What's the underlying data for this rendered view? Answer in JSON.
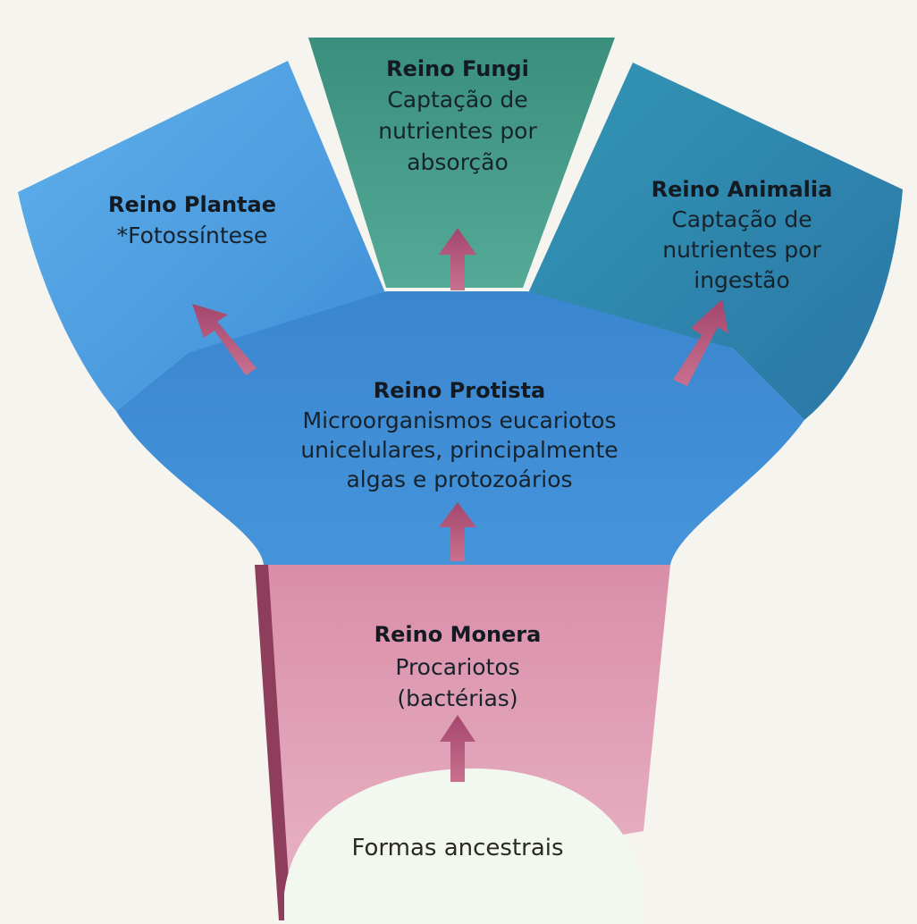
{
  "diagram": {
    "plantae": {
      "title": "Reino Plantae",
      "lines": [
        "*Fotossíntese"
      ]
    },
    "fungi": {
      "title": "Reino Fungi",
      "lines": [
        "Captação de",
        "nutrientes por",
        "absorção"
      ]
    },
    "animalia": {
      "title": "Reino Animalia",
      "lines": [
        "Captação de",
        "nutrientes por",
        "ingestão"
      ]
    },
    "protista": {
      "title": "Reino Protista",
      "lines": [
        "Microorganismos eucariotos",
        "unicelulares, principalmente",
        "algas e protozoários"
      ]
    },
    "monera": {
      "title": "Reino Monera",
      "lines": [
        "Procariotos",
        "(bactérias)"
      ]
    },
    "ancestral": {
      "label": "Formas ancestrais"
    }
  },
  "colors": {
    "plantae": "#4f9fe0",
    "fungi": "#3f9a86",
    "animalia": "#2f84b0",
    "protista": "#3d8bd4",
    "monera": "#e0a0b5",
    "arrow": "#b04f76",
    "background": "#f6f4ee",
    "ancestral": "#f2f7f0"
  }
}
